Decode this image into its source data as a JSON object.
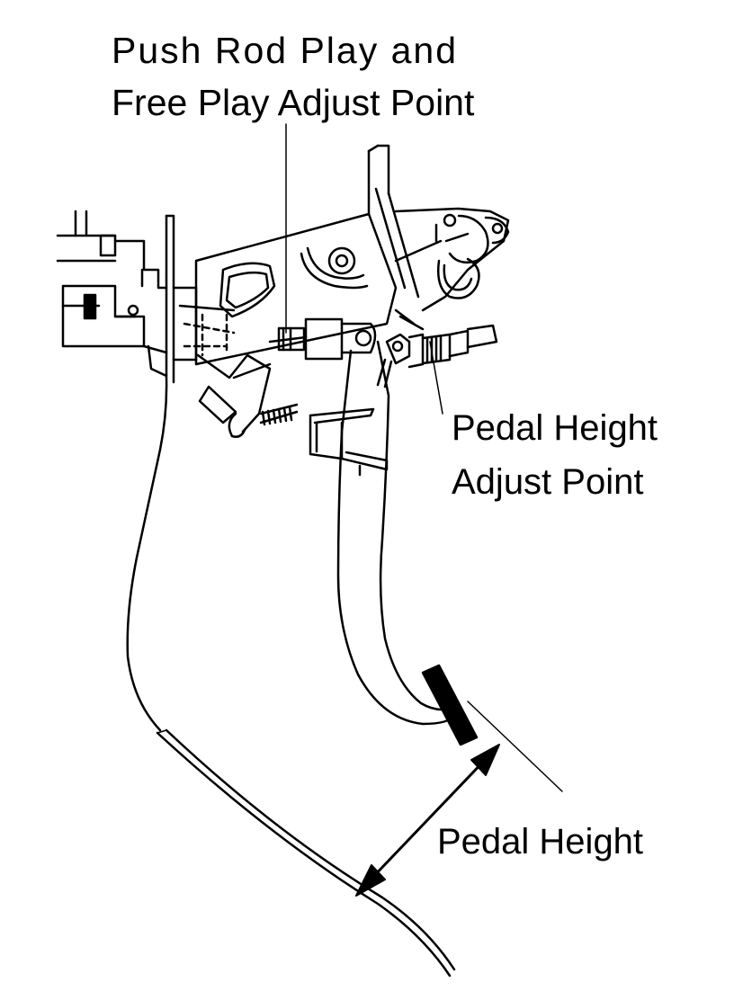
{
  "labels": {
    "push_rod_line1": "Push Rod Play and",
    "push_rod_line2": "Free Play Adjust Point",
    "pedal_height_adjust_line1": "Pedal  Height",
    "pedal_height_adjust_line2": "Adjust Point",
    "pedal_height": "Pedal Height"
  },
  "colors": {
    "line": "#000000",
    "background": "#ffffff"
  }
}
